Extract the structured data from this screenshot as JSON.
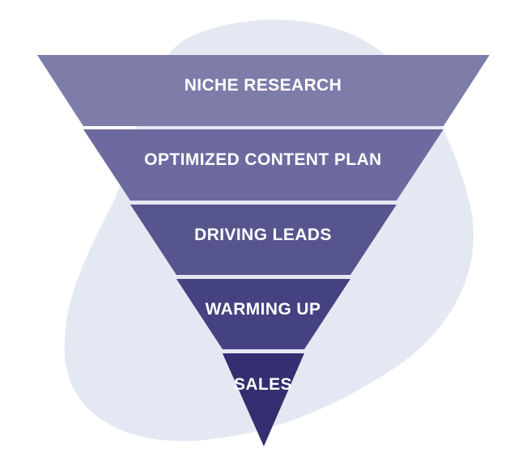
{
  "funnel": {
    "stages": [
      {
        "label": "NICHE RESEARCH",
        "color": "#7e7ca9"
      },
      {
        "label": "OPTIMIZED CONTENT PLAN",
        "color": "#6c6a9f"
      },
      {
        "label": "DRIVING LEADS",
        "color": "#57558e"
      },
      {
        "label": "WARMING UP",
        "color": "#454281"
      },
      {
        "label": "SALES",
        "color": "#332f70"
      }
    ],
    "backdrop_color": "#e3e8f3"
  }
}
